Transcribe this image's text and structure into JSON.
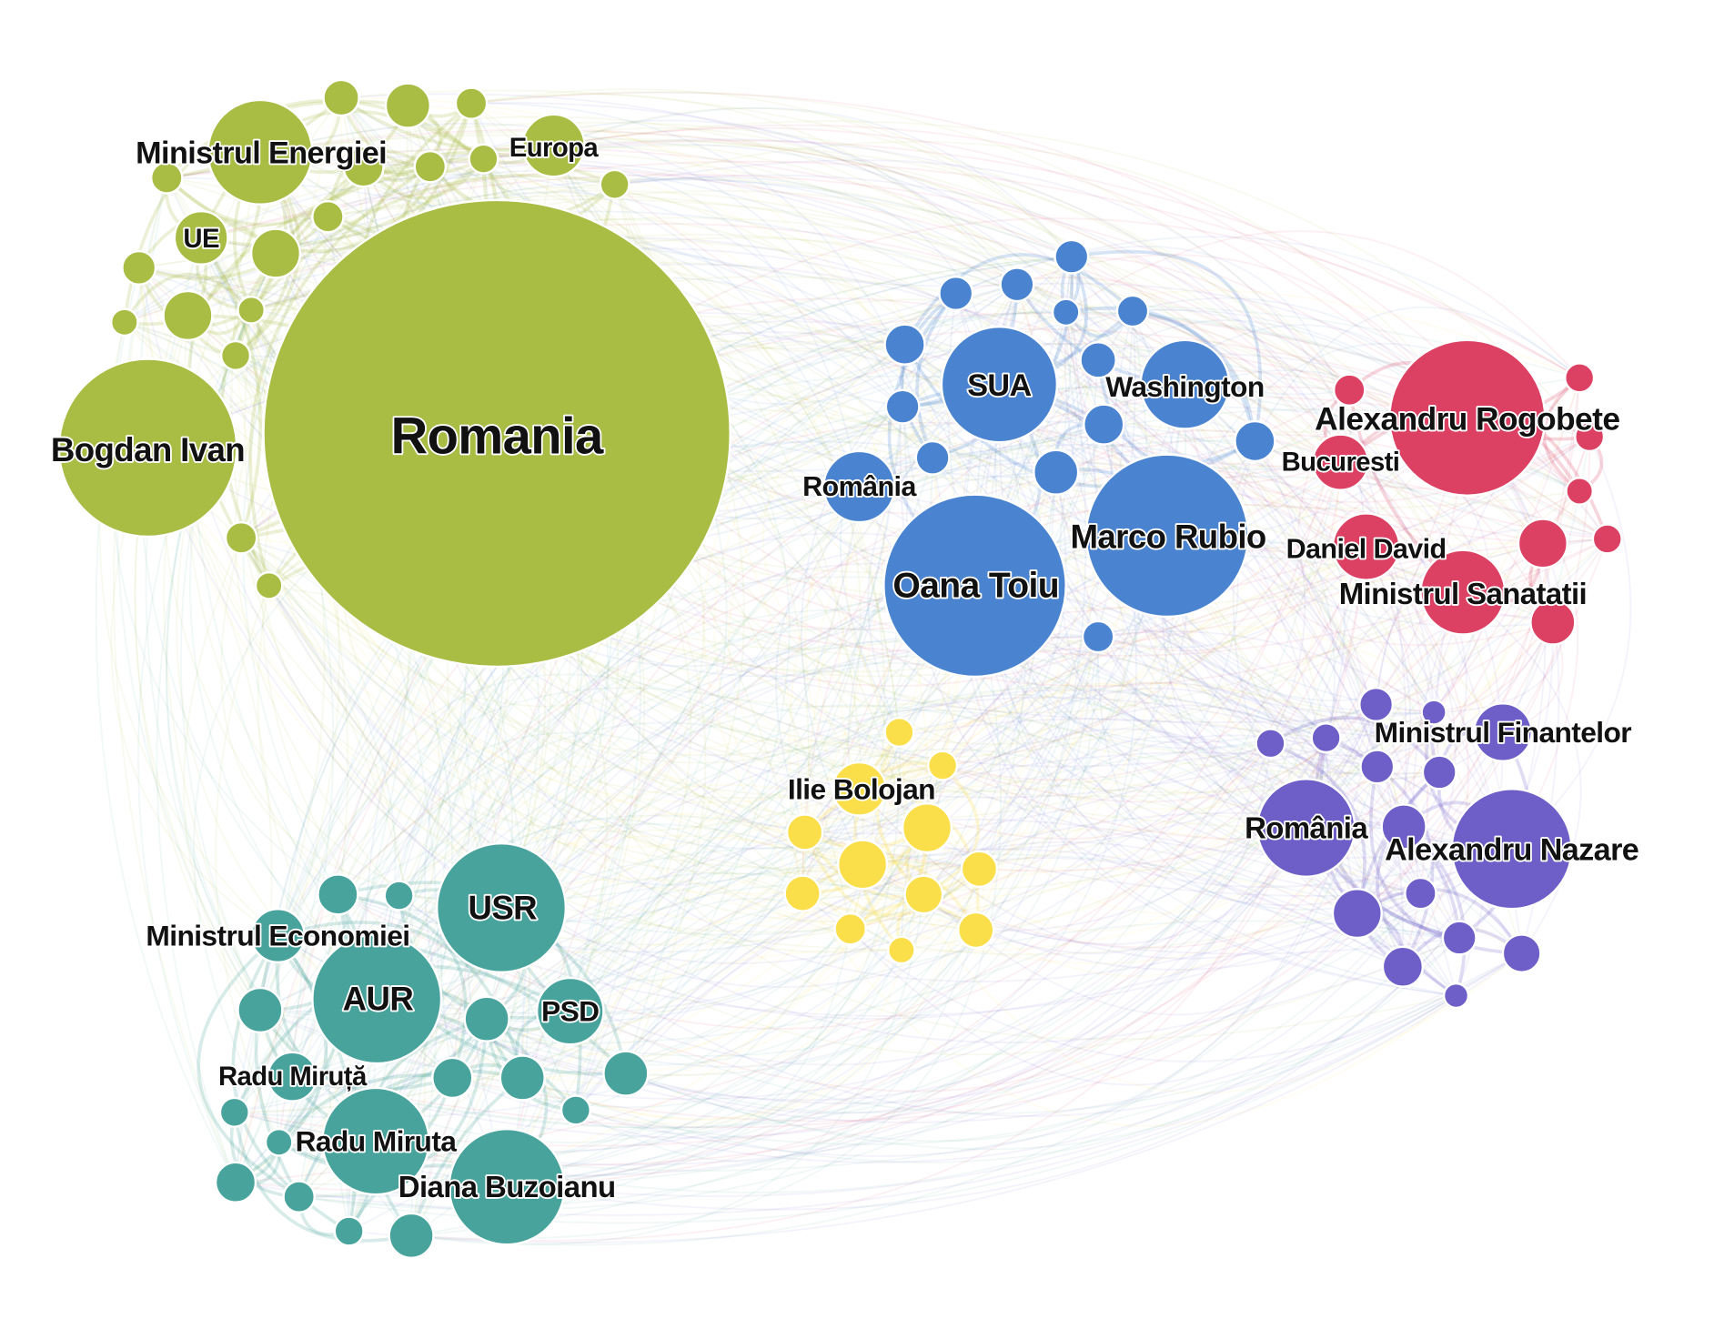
{
  "groups": [
    {
      "id": "green",
      "color": "#a9bc43",
      "labels": [
        "Romania",
        "Bogdan Ivan",
        "Ministrul Energiei",
        "UE",
        "Europa"
      ]
    },
    {
      "id": "blue",
      "color": "#4a84d1",
      "labels": [
        "SUA",
        "Washington",
        "România",
        "Oana Toiu",
        "Marco Rubio"
      ]
    },
    {
      "id": "red",
      "color": "#dc4062",
      "labels": [
        "Alexandru Rogobete",
        "Bucuresti",
        "Daniel David",
        "Ministrul Sanatatii"
      ]
    },
    {
      "id": "purple",
      "color": "#6d5ec8",
      "labels": [
        "Ministrul Finantelor",
        "România",
        "Alexandru Nazare"
      ]
    },
    {
      "id": "yellow",
      "color": "#fbdf4a",
      "labels": [
        "Ilie Bolojan"
      ]
    },
    {
      "id": "teal",
      "color": "#48a39d",
      "labels": [
        "USR",
        "Ministrul Economiei",
        "AUR",
        "PSD",
        "Radu Miruță",
        "Radu Miruta",
        "Diana Buzoianu"
      ]
    }
  ]
}
